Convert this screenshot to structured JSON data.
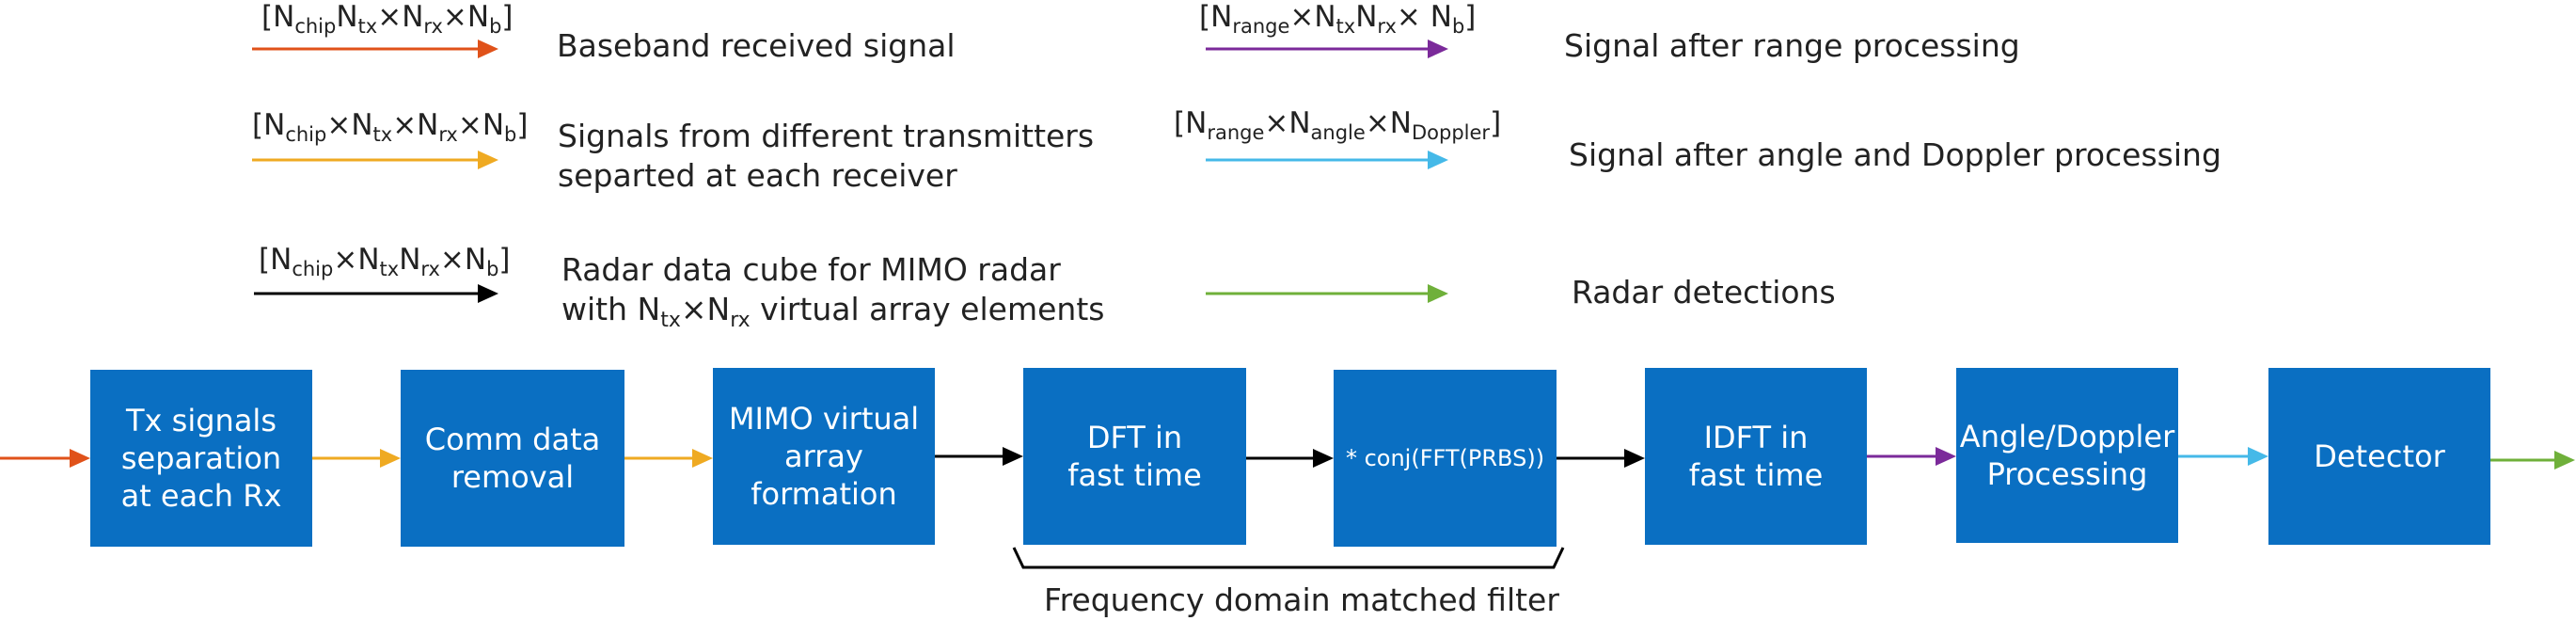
{
  "legend": [
    {
      "dim_parts": [
        [
          "N",
          "chip"
        ],
        [
          "N",
          "tx"
        ],
        [
          "×N",
          "rx"
        ],
        [
          "×N",
          "b"
        ]
      ],
      "description_lines": [
        "Baseband received signal"
      ],
      "color": "#e0521a"
    },
    {
      "dim_parts": [
        [
          "N",
          "chip"
        ],
        [
          "×N",
          "tx"
        ],
        [
          "×N",
          "rx"
        ],
        [
          "×N",
          "b"
        ]
      ],
      "description_lines": [
        "Signals from different transmitters",
        "separted at each receiver"
      ],
      "color": "#efaa22"
    },
    {
      "dim_parts": [
        [
          "N",
          "chip"
        ],
        [
          "×N",
          "tx"
        ],
        [
          "N",
          "rx"
        ],
        [
          "×N",
          "b"
        ]
      ],
      "description_lines": [
        "Radar data cube for MIMO radar",
        "with N",
        "tx",
        "×N",
        "rx",
        " virtual array elements"
      ],
      "color": "#000000"
    },
    {
      "dim_parts": [
        [
          "N",
          "range"
        ],
        [
          "×N",
          "tx"
        ],
        [
          "N",
          "rx"
        ],
        [
          "× N",
          "b"
        ]
      ],
      "description_lines": [
        "Signal after range processing"
      ],
      "color": "#7b2a9a"
    },
    {
      "dim_parts": [
        [
          "N",
          "range"
        ],
        [
          "×N",
          "angle"
        ],
        [
          "×N",
          "Doppler"
        ]
      ],
      "description_lines": [
        "Signal after angle and Doppler processing"
      ],
      "color": "#45b9e8"
    },
    {
      "dim_parts": [],
      "description_lines": [
        "Radar detections"
      ],
      "color": "#6fb03a"
    }
  ],
  "blocks": [
    {
      "lines": [
        "Tx signals",
        "separation",
        "at each Rx"
      ]
    },
    {
      "lines": [
        "Comm data",
        "removal"
      ]
    },
    {
      "lines": [
        "MIMO virtual",
        "array",
        "formation"
      ]
    },
    {
      "lines": [
        "DFT in",
        "fast time"
      ]
    },
    {
      "lines": [
        "* conj(FFT(PRBS))"
      ]
    },
    {
      "lines": [
        "IDFT in",
        "fast time"
      ]
    },
    {
      "lines": [
        "Angle/Doppler",
        "Processing"
      ]
    },
    {
      "lines": [
        "Detector"
      ]
    }
  ],
  "brace_caption": "Frequency domain matched filter",
  "colors": {
    "block_fill": "#0a6fc2",
    "orange_red": "#e0521a",
    "orange": "#efaa22",
    "black": "#000000",
    "purple": "#7b2a9a",
    "light_blue": "#45b9e8",
    "green": "#6fb03a"
  }
}
